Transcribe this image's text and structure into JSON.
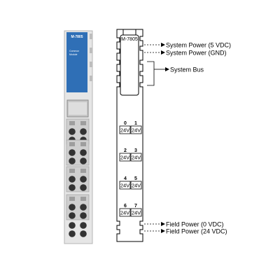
{
  "module": {
    "model": "M-7805",
    "label_lines": [
      "Common",
      "Module"
    ]
  },
  "channel_pairs": [
    {
      "left": "0",
      "right": "1"
    },
    {
      "left": "2",
      "right": "3"
    },
    {
      "left": "4",
      "right": "5"
    },
    {
      "left": "6",
      "right": "7"
    }
  ],
  "channel_voltage": "24V",
  "callouts": {
    "system_power_5v": "System Power (5 VDC)",
    "system_power_gnd": "System Power (GND)",
    "system_bus": "System Bus",
    "field_power_0v": "Field Power (0 VDC)",
    "field_power_24v": "Field Power (24 VDC)"
  },
  "colors": {
    "label_blue": "#2f6fb6",
    "module_body": "#d9d9d9",
    "terminal_dark": "#333333"
  }
}
